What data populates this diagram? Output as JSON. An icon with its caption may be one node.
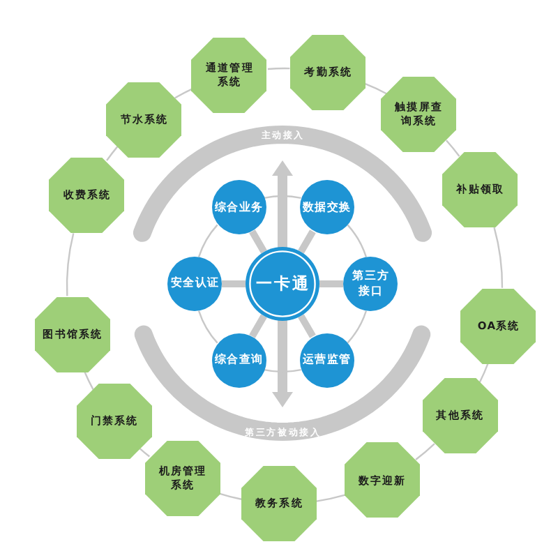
{
  "diagram": {
    "nodes": [
      {
        "text": [
          "一卡通"
        ]
      },
      {
        "text": [
          "综合业务"
        ]
      },
      {
        "text": [
          "数据交换"
        ]
      },
      {
        "text": [
          "安全认证"
        ]
      },
      {
        "text": [
          "第三方接口"
        ]
      },
      {
        "text": [
          "综合查询"
        ]
      },
      {
        "text": [
          "运营监管"
        ]
      },
      {
        "text": [
          "通道管理系统"
        ]
      },
      {
        "text": [
          "考勤系统"
        ]
      },
      {
        "text": [
          "触摸屏查询系统"
        ]
      },
      {
        "text": [
          "补贴领取"
        ]
      },
      {
        "text": [
          "OA系统"
        ]
      },
      {
        "text": [
          "其他系统"
        ]
      },
      {
        "text": [
          "数字迎新"
        ]
      },
      {
        "text": [
          "教务系统"
        ]
      },
      {
        "text": [
          "机房管理系统"
        ]
      },
      {
        "text": [
          "门禁系统"
        ]
      },
      {
        "text": [
          "图书馆系统"
        ]
      },
      {
        "text": [
          "收费系统"
        ]
      },
      {
        "text": [
          "节水系统"
        ]
      }
    ],
    "edges": [
      {
        "from": 0,
        "to": 1,
        "arrow": "none",
        "style": "thick"
      },
      {
        "from": 0,
        "to": 2,
        "arrow": "none",
        "style": "thick"
      },
      {
        "from": 0,
        "to": 3,
        "arrow": "none",
        "style": "thick"
      },
      {
        "from": 0,
        "to": 4,
        "arrow": "none",
        "style": "thick"
      },
      {
        "from": 0,
        "to": 5,
        "arrow": "none",
        "style": "thick"
      },
      {
        "from": 0,
        "to": 6,
        "arrow": "none",
        "style": "thick"
      },
      {
        "from": 1,
        "to": 2,
        "arrow": "none"
      },
      {
        "from": 2,
        "to": 4,
        "arrow": "none"
      },
      {
        "from": 4,
        "to": 6,
        "arrow": "none"
      },
      {
        "from": 6,
        "to": 5,
        "arrow": "none"
      },
      {
        "from": 5,
        "to": 3,
        "arrow": "none"
      },
      {
        "from": 3,
        "to": 1,
        "arrow": "none"
      },
      {
        "from": 7,
        "to": 8,
        "arrow": "none"
      },
      {
        "from": 8,
        "to": 9,
        "arrow": "none"
      },
      {
        "from": 9,
        "to": 10,
        "arrow": "none"
      },
      {
        "from": 10,
        "to": 11,
        "arrow": "none"
      },
      {
        "from": 11,
        "to": 12,
        "arrow": "none"
      },
      {
        "from": 12,
        "to": 13,
        "arrow": "none"
      },
      {
        "from": 13,
        "to": 14,
        "arrow": "none"
      },
      {
        "from": 14,
        "to": 15,
        "arrow": "none"
      },
      {
        "from": 15,
        "to": 16,
        "arrow": "none"
      },
      {
        "from": 16,
        "to": 17,
        "arrow": "none"
      },
      {
        "from": 17,
        "to": 18,
        "arrow": "none"
      },
      {
        "from": 18,
        "to": 19,
        "arrow": "none"
      },
      {
        "from": 19,
        "to": 7,
        "arrow": "none"
      }
    ],
    "labels": [
      "主动接入",
      "第三方被动接入"
    ]
  }
}
